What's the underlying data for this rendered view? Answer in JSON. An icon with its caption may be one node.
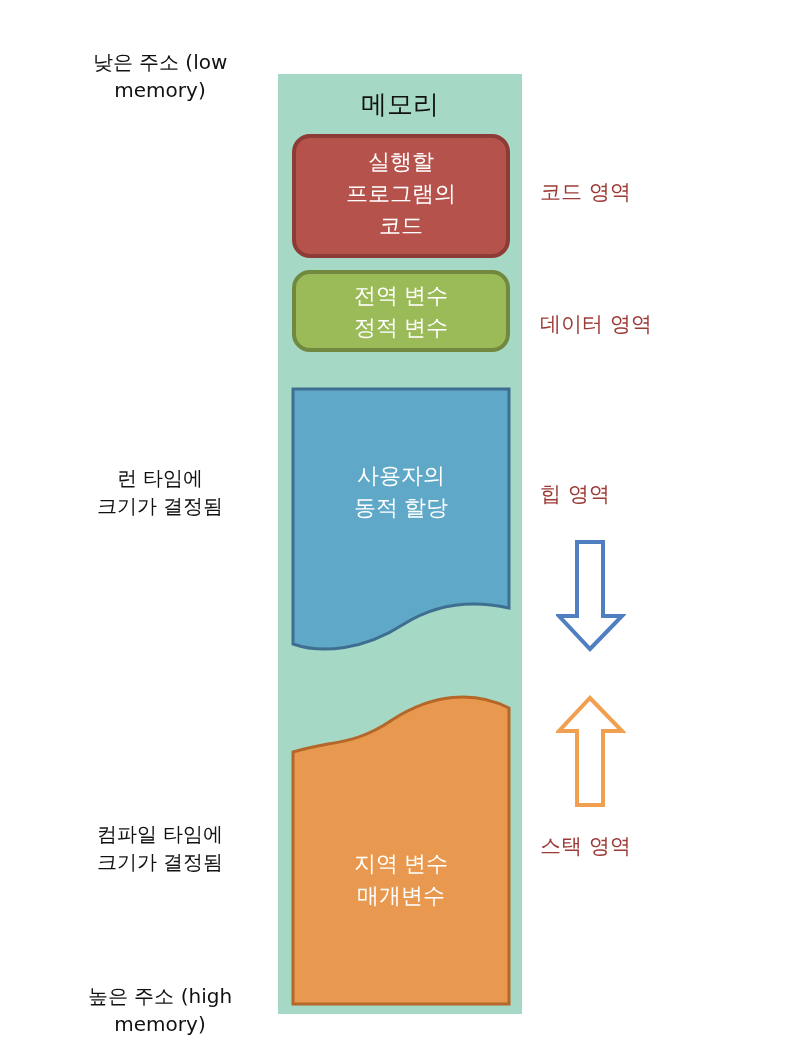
{
  "diagram": {
    "nodes": [
      {
        "text": [
          "메모리"
        ]
      },
      {
        "text": [
          "실행할 프로그램의 코드"
        ],
        "in": 0,
        "beside": [
          "코드 영역"
        ]
      },
      {
        "text": [
          "전역 변수 정적 변수"
        ],
        "in": 0,
        "beside": [
          "데이터 영역"
        ]
      },
      {
        "text": [
          "사용자의 동적 할당"
        ],
        "in": 0,
        "beside": [
          "힙 영역"
        ]
      },
      {
        "text": [
          "지역 변수 매개변수"
        ],
        "in": 0,
        "beside": [
          "스택 영역"
        ]
      }
    ],
    "edges": [],
    "labels": [
      "낮은 주소 (low memory)",
      "런 타임에 크기가 결정됨",
      "컴파일 타임에 크기가 결정됨",
      "높은 주소 (high memory)"
    ]
  }
}
